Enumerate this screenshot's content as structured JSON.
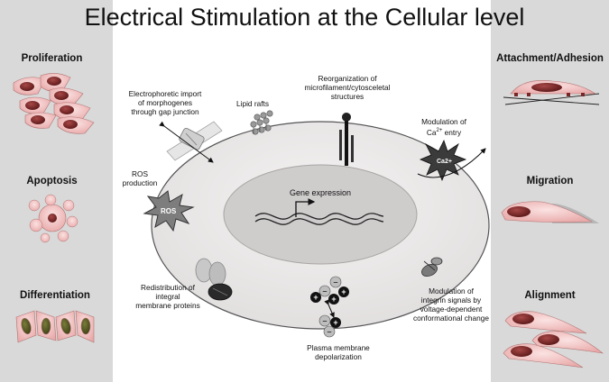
{
  "title": "Electrical Stimulation at the Cellular level",
  "left_outcomes": [
    "Proliferation",
    "Apoptosis",
    "Differentiation"
  ],
  "right_outcomes": [
    "Attachment/Adhesion",
    "Migration",
    "Alignment"
  ],
  "center": {
    "gene_expression": "Gene expression",
    "ros_badge": "ROS",
    "ca_badge": "Ca2+"
  },
  "annotations": {
    "electrophoretic": [
      "Electrophoretic import",
      "of morphogenes",
      "through gap junction"
    ],
    "lipid_rafts": [
      "Lipid rafts"
    ],
    "reorganization": [
      "Reorganization of",
      "microfilament/cytosceletal",
      "structures"
    ],
    "ca_entry_line1": "Modulation of",
    "ca_entry_base": "Ca",
    "ca_entry_sup": "2+",
    "ca_entry_tail": " entry",
    "ros_production": [
      "ROS",
      "production"
    ],
    "redistribution": [
      "Redistribution of",
      "integral",
      "membrane proteins"
    ],
    "integrin": [
      "Modulation of",
      "integrin signals by",
      "voltage-dependent",
      "conformational change"
    ],
    "depolarization": [
      "Plasma membrane",
      "depolarization"
    ]
  },
  "colors": {
    "panel": "#d9d9d9",
    "cell_fill": "#f7d0d0",
    "nucleus": "#7a2626",
    "membrane": "#e8e6e6",
    "inner_nucleus": "#d0cece"
  }
}
